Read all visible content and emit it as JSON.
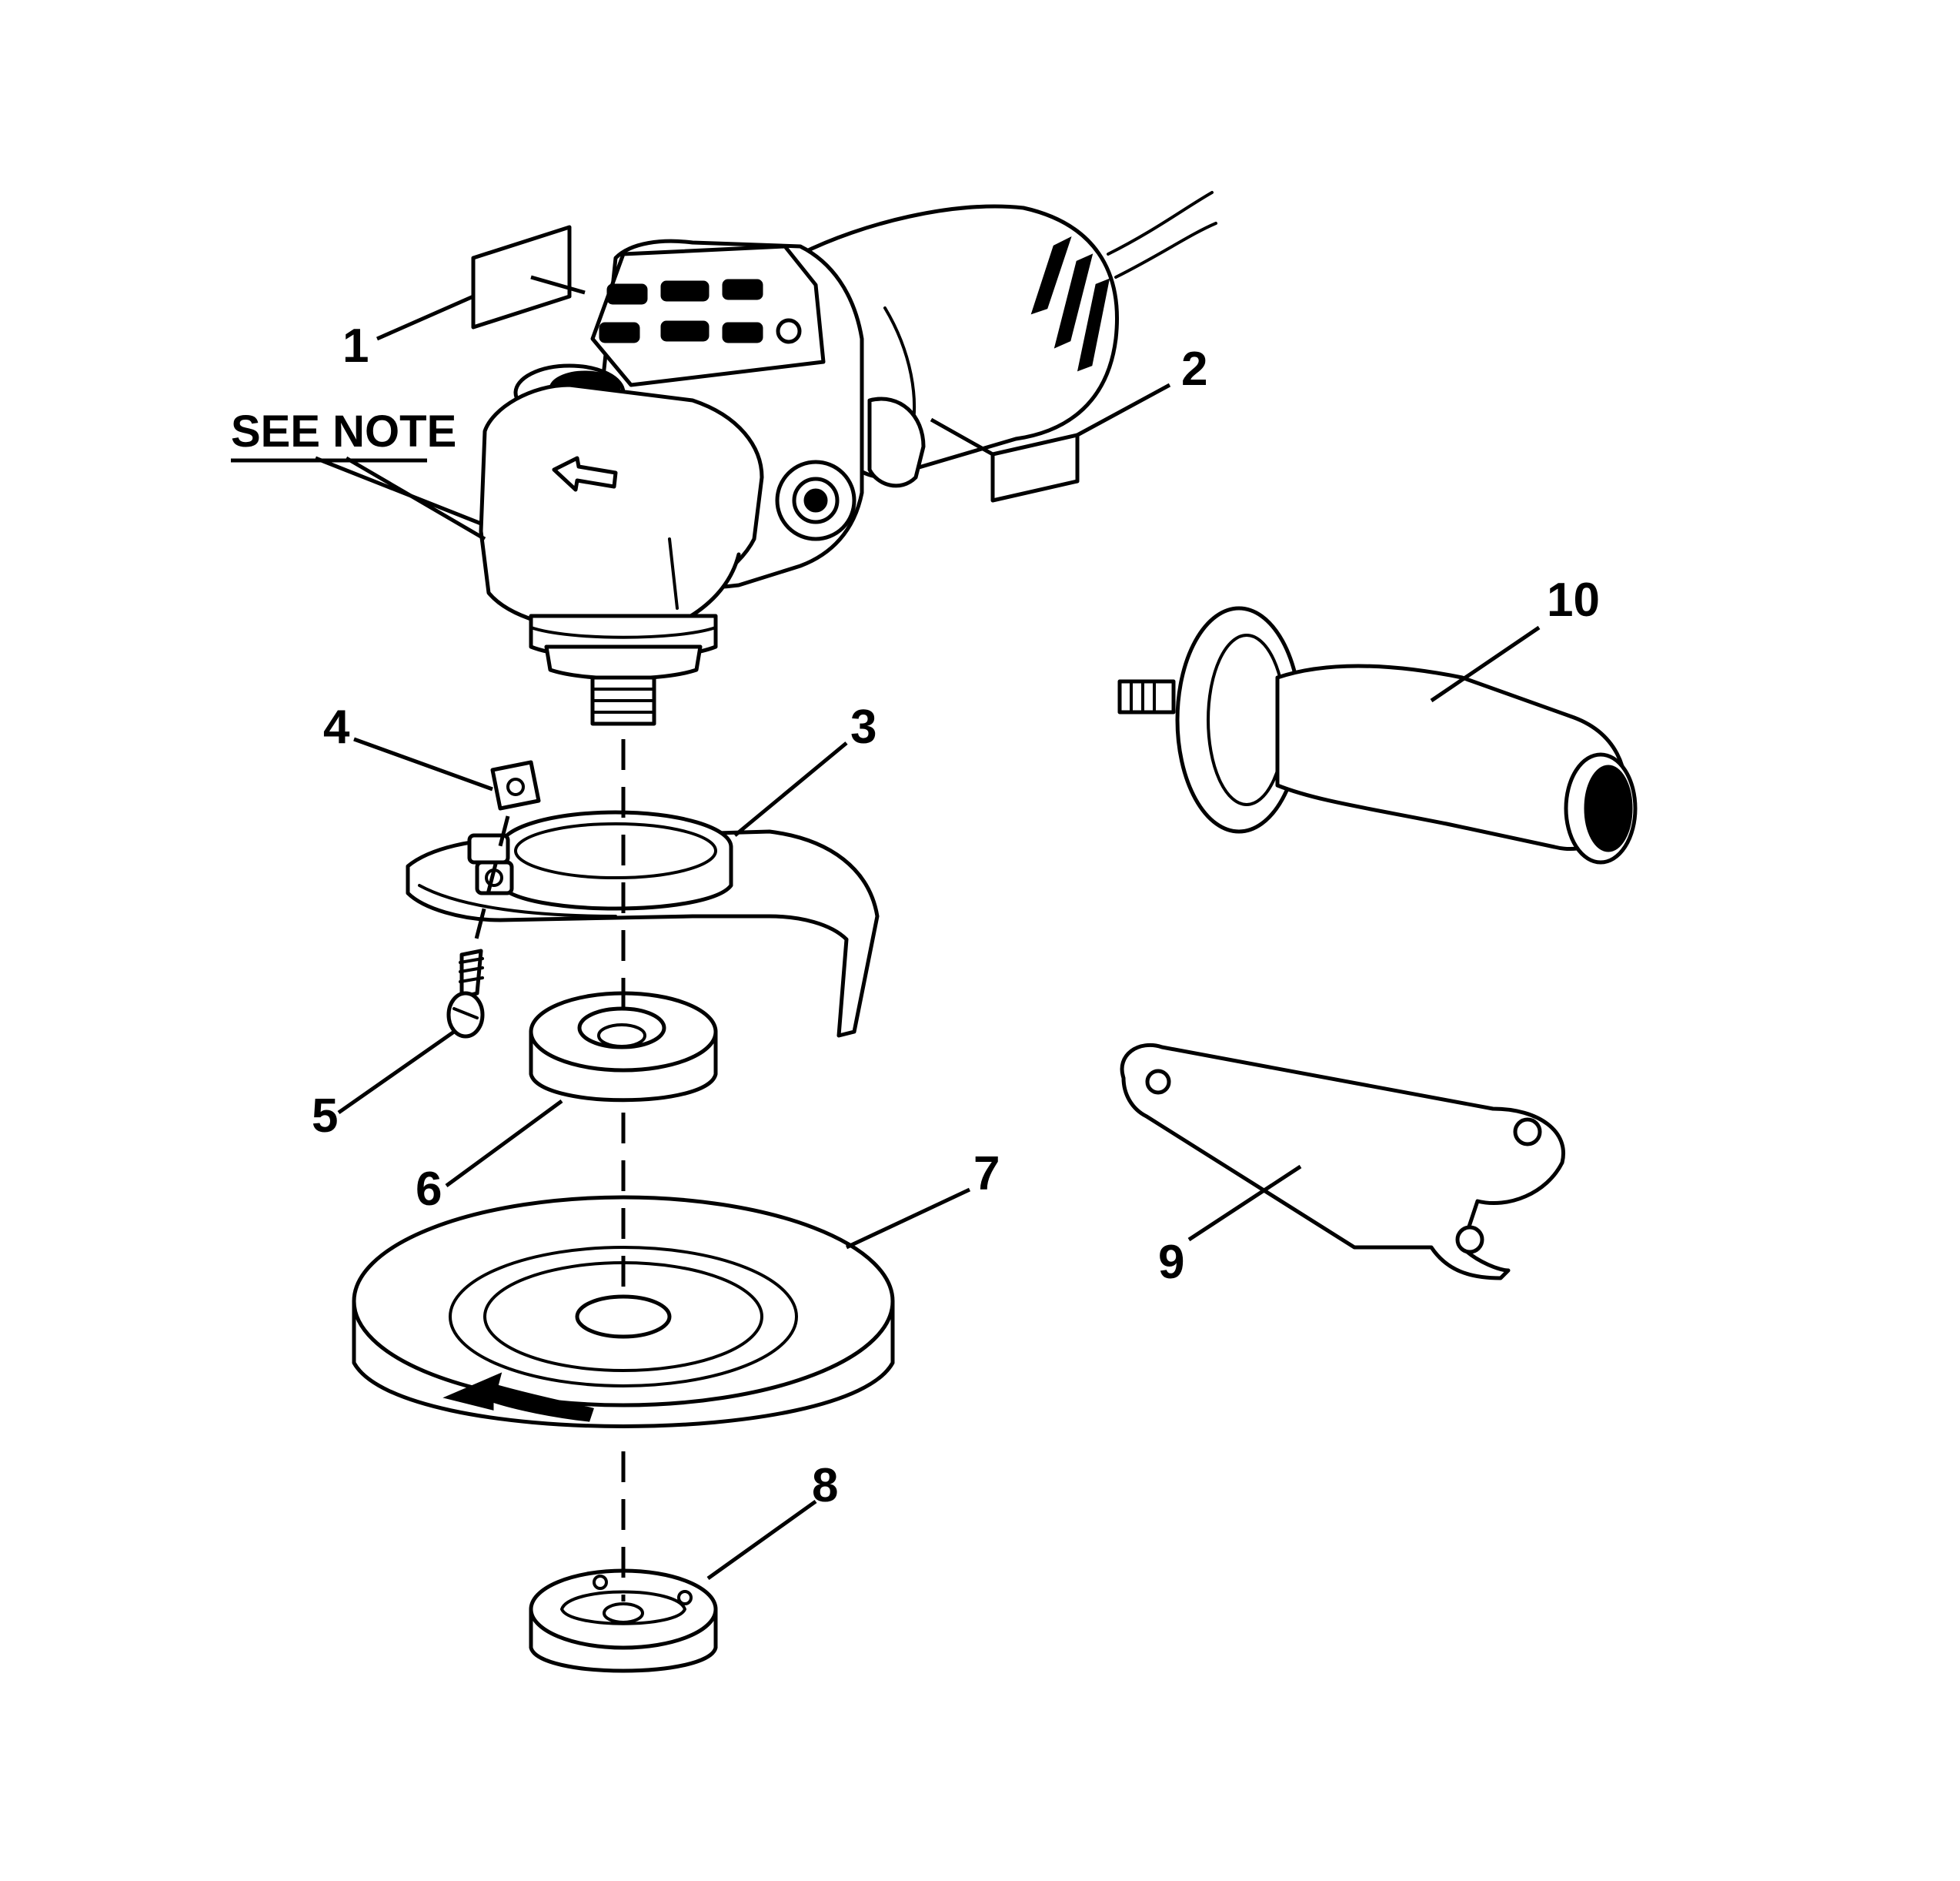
{
  "note_label": "SEE NOTE",
  "callouts": [
    "1",
    "2",
    "3",
    "4",
    "5",
    "6",
    "7",
    "8",
    "9",
    "10"
  ],
  "colors": {
    "ink": "#000000",
    "paper": "#ffffff"
  }
}
